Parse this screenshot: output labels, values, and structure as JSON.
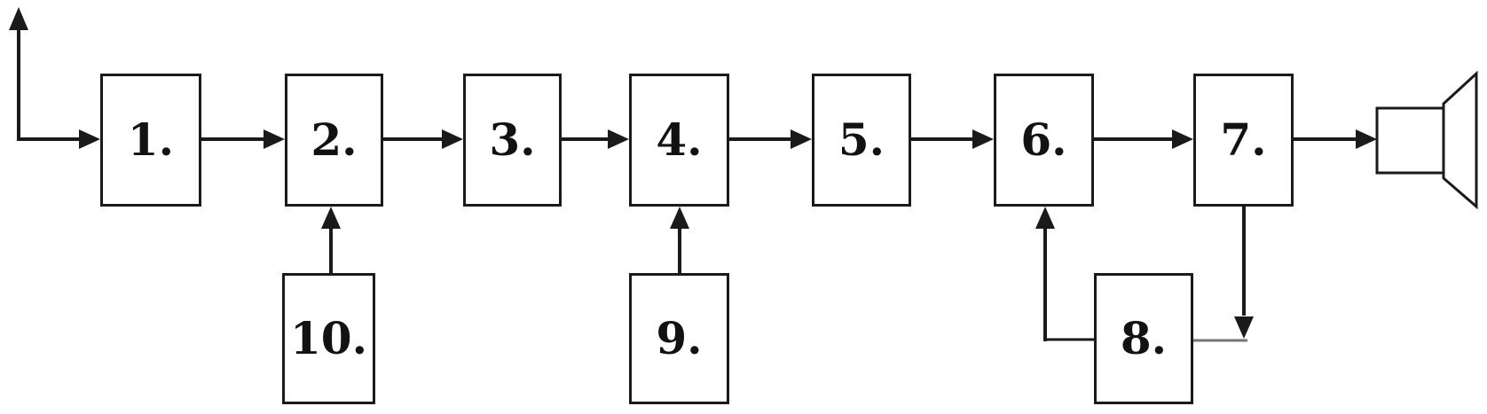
{
  "diagram": {
    "kind": "block-diagram",
    "description": "Signal-chain block diagram: antenna input feeds numbered blocks 1-7 in series ending at a loudspeaker; block 10 feeds block 2, block 9 feeds block 4, and a feedback path runs from block 7 through block 8 back into block 6.",
    "colors": {
      "background": "#ffffff",
      "line": "#1a1a1a",
      "box_border": "#1a1a1a",
      "box_fill": "#ffffff",
      "label": "#121214",
      "feedback_thin_line": "#757575"
    },
    "blocks": [
      {
        "id": "1",
        "label": "1.",
        "row": "main"
      },
      {
        "id": "2",
        "label": "2.",
        "row": "main"
      },
      {
        "id": "3",
        "label": "3.",
        "row": "main"
      },
      {
        "id": "4",
        "label": "4.",
        "row": "main"
      },
      {
        "id": "5",
        "label": "5.",
        "row": "main"
      },
      {
        "id": "6",
        "label": "6.",
        "row": "main"
      },
      {
        "id": "7",
        "label": "7.",
        "row": "main"
      },
      {
        "id": "8",
        "label": "8.",
        "row": "lower"
      },
      {
        "id": "9",
        "label": "9.",
        "row": "lower"
      },
      {
        "id": "10",
        "label": "10.",
        "row": "lower"
      }
    ],
    "icons": [
      {
        "name": "antenna-icon",
        "position": "top-left input, upward arrow"
      },
      {
        "name": "loudspeaker-icon",
        "position": "right output, box with horn"
      }
    ],
    "connections": [
      {
        "from": "antenna",
        "to": "1",
        "direction": "right"
      },
      {
        "from": "1",
        "to": "2",
        "direction": "right"
      },
      {
        "from": "2",
        "to": "3",
        "direction": "right"
      },
      {
        "from": "3",
        "to": "4",
        "direction": "right"
      },
      {
        "from": "4",
        "to": "5",
        "direction": "right"
      },
      {
        "from": "5",
        "to": "6",
        "direction": "right"
      },
      {
        "from": "6",
        "to": "7",
        "direction": "right"
      },
      {
        "from": "7",
        "to": "loudspeaker",
        "direction": "right"
      },
      {
        "from": "10",
        "to": "2",
        "direction": "up"
      },
      {
        "from": "9",
        "to": "4",
        "direction": "up"
      },
      {
        "from": "7",
        "to": "8",
        "direction": "down"
      },
      {
        "from": "8",
        "to": "6",
        "direction": "up"
      }
    ]
  }
}
